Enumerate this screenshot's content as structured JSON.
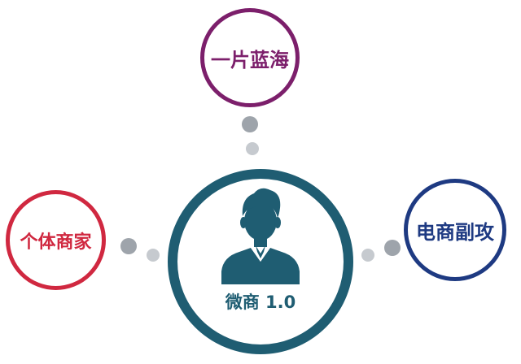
{
  "nodes": {
    "top": {
      "label": "一片蓝海",
      "color": "#7c1f6b"
    },
    "left": {
      "label": "个体商家",
      "color": "#d02840"
    },
    "right": {
      "label": "电商副攻",
      "color": "#1e3a82"
    },
    "center": {
      "label": "微商  1.0",
      "color": "#1f5d72",
      "icon": "person-icon"
    }
  },
  "connector_colors": {
    "dark": "#9ea4ab",
    "light": "#c6cacf"
  }
}
